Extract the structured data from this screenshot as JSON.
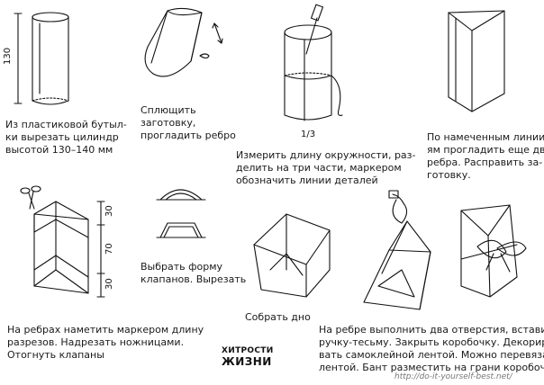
{
  "steps": [
    {
      "caption": [
        "Из пластиковой бутыл-",
        "ки вырезать цилиндр",
        "высотой 130–140 мм"
      ],
      "dims": [
        "130"
      ]
    },
    {
      "caption": [
        "Сплющить",
        "заготовку,",
        "прогладить ребро"
      ]
    },
    {
      "caption": [
        "Измерить длину окружности, раз-",
        "делить на три части, маркером",
        "обозначить линии деталей"
      ],
      "dims": [
        "1/3"
      ]
    },
    {
      "caption": [
        "По намеченным линии-",
        "ям прогладить еще два",
        "ребра. Расправить за-",
        "готовку."
      ]
    },
    {
      "caption": [
        "На ребрах наметить маркером длину",
        "разрезов. Надрезать ножницами.",
        "Отогнуть клапаны"
      ],
      "dims": [
        "30",
        "70",
        "30"
      ]
    },
    {
      "caption": [
        "Выбрать форму",
        "клапанов. Вырезать"
      ]
    },
    {
      "caption": [
        "Собрать дно"
      ]
    },
    {
      "caption": [
        "На ребре выполнить два отверстия, вставить",
        "ручку-тесьму. Закрыть коробочку. Декориро-",
        "вать самоклейной лентой. Можно перевязать",
        "лентой. Бант разместить на грани коробочки"
      ]
    }
  ],
  "logo": {
    "line1": "ХИТРОСТИ",
    "line2": "ЖИЗНИ"
  },
  "watermark": "http://do-it-yourself-best.net/"
}
